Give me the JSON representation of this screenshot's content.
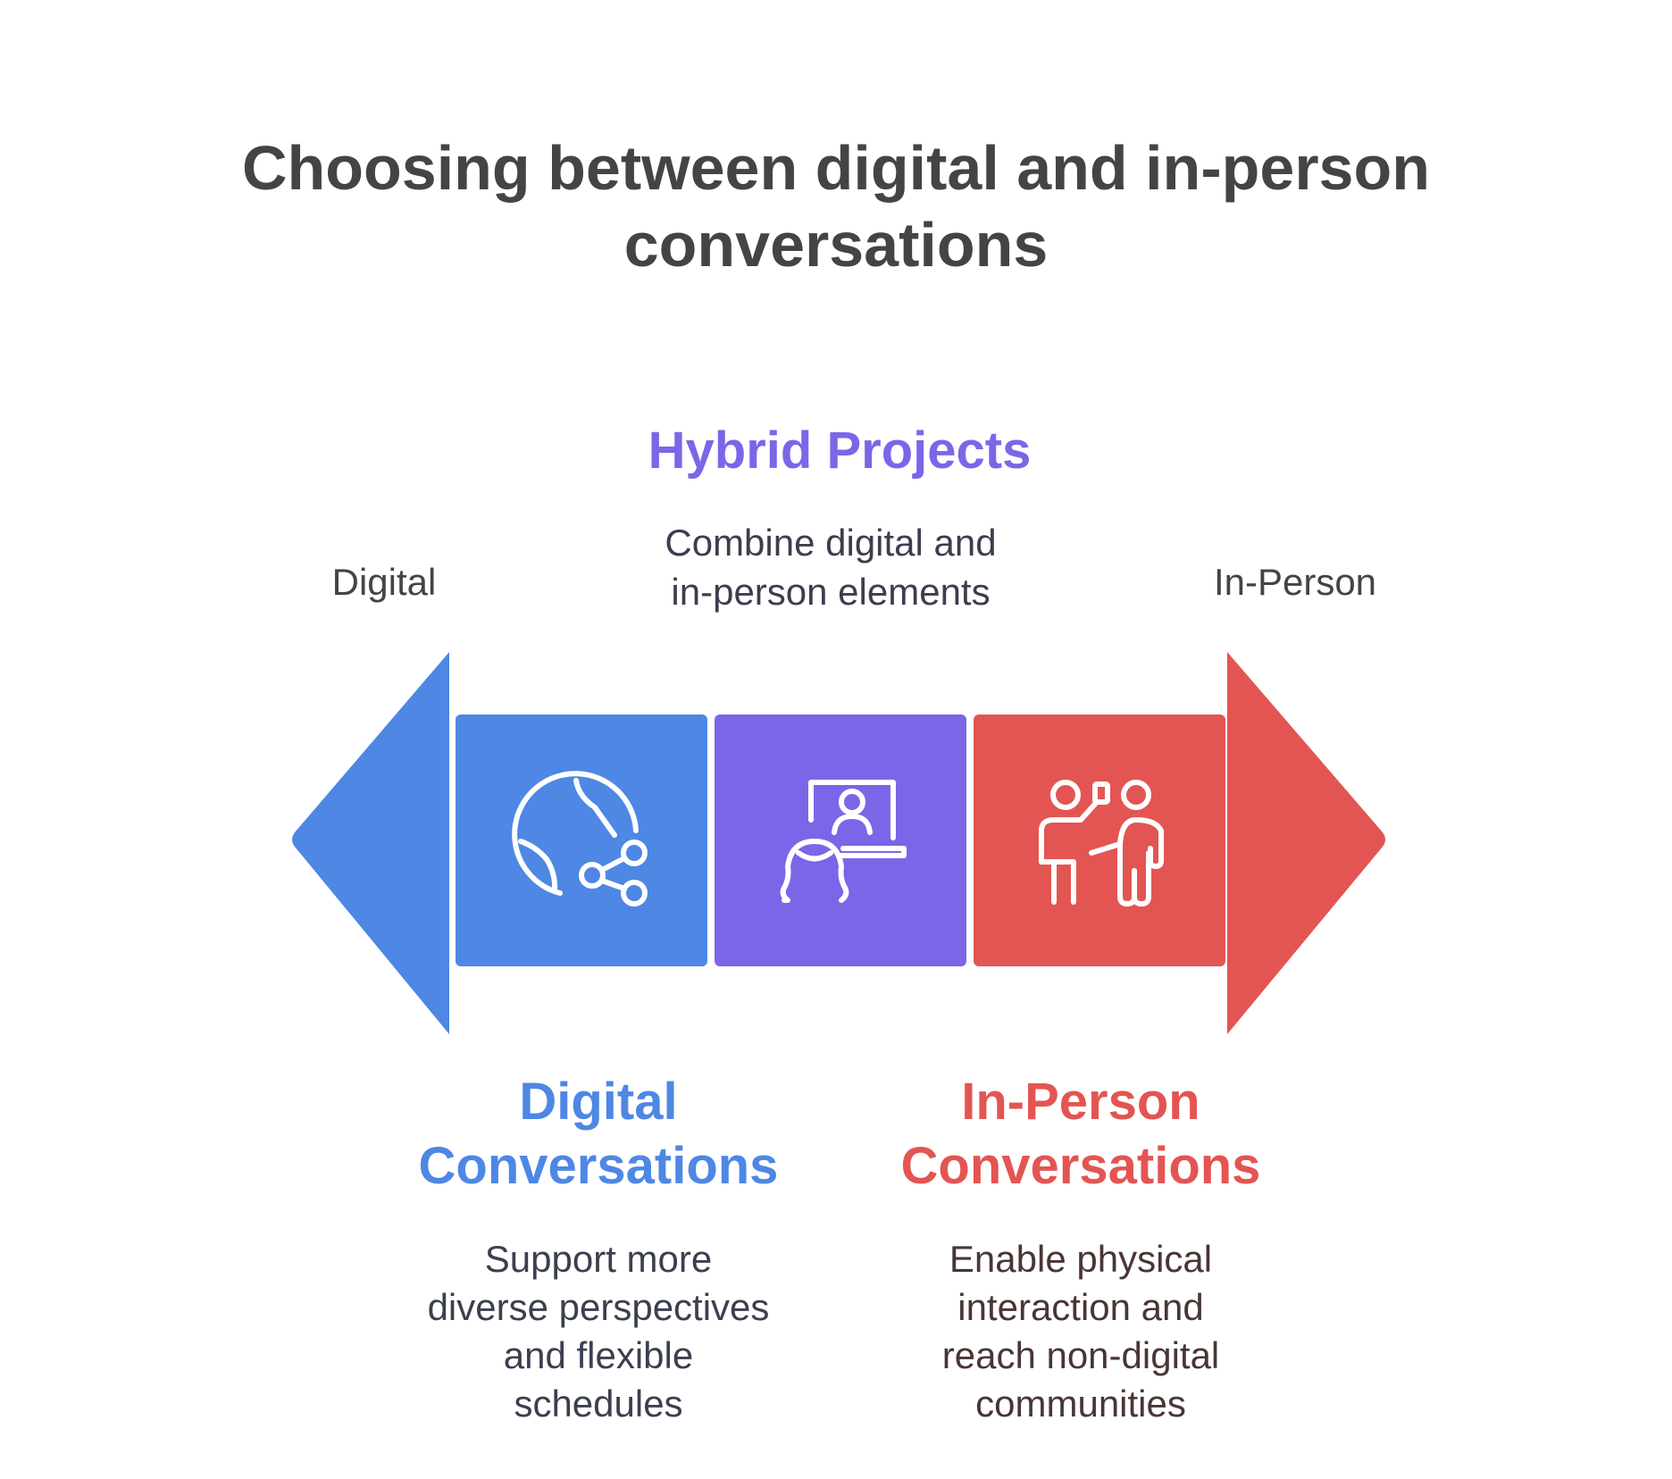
{
  "title": {
    "line1": "Choosing between digital and in-person",
    "line2": "conversations"
  },
  "spectrum": {
    "left_label": "Digital",
    "right_label": "In-Person"
  },
  "hybrid": {
    "title": "Hybrid Projects",
    "desc_line1": "Combine digital and",
    "desc_line2": "in-person elements",
    "color": "#7B66E8",
    "icon": "person-at-laptop-video-call-icon"
  },
  "digital": {
    "title_line1": "Digital",
    "title_line2": "Conversations",
    "desc_lines": [
      "Support more",
      "diverse perspectives",
      "and flexible",
      "schedules"
    ],
    "color": "#4E87E4",
    "icon": "globe-share-icon"
  },
  "inperson": {
    "title_line1": "In-Person",
    "title_line2": "Conversations",
    "desc_lines": [
      "Enable physical",
      "interaction and",
      "reach non-digital",
      "communities"
    ],
    "color": "#E35552",
    "icon": "presenter-audience-icon"
  }
}
